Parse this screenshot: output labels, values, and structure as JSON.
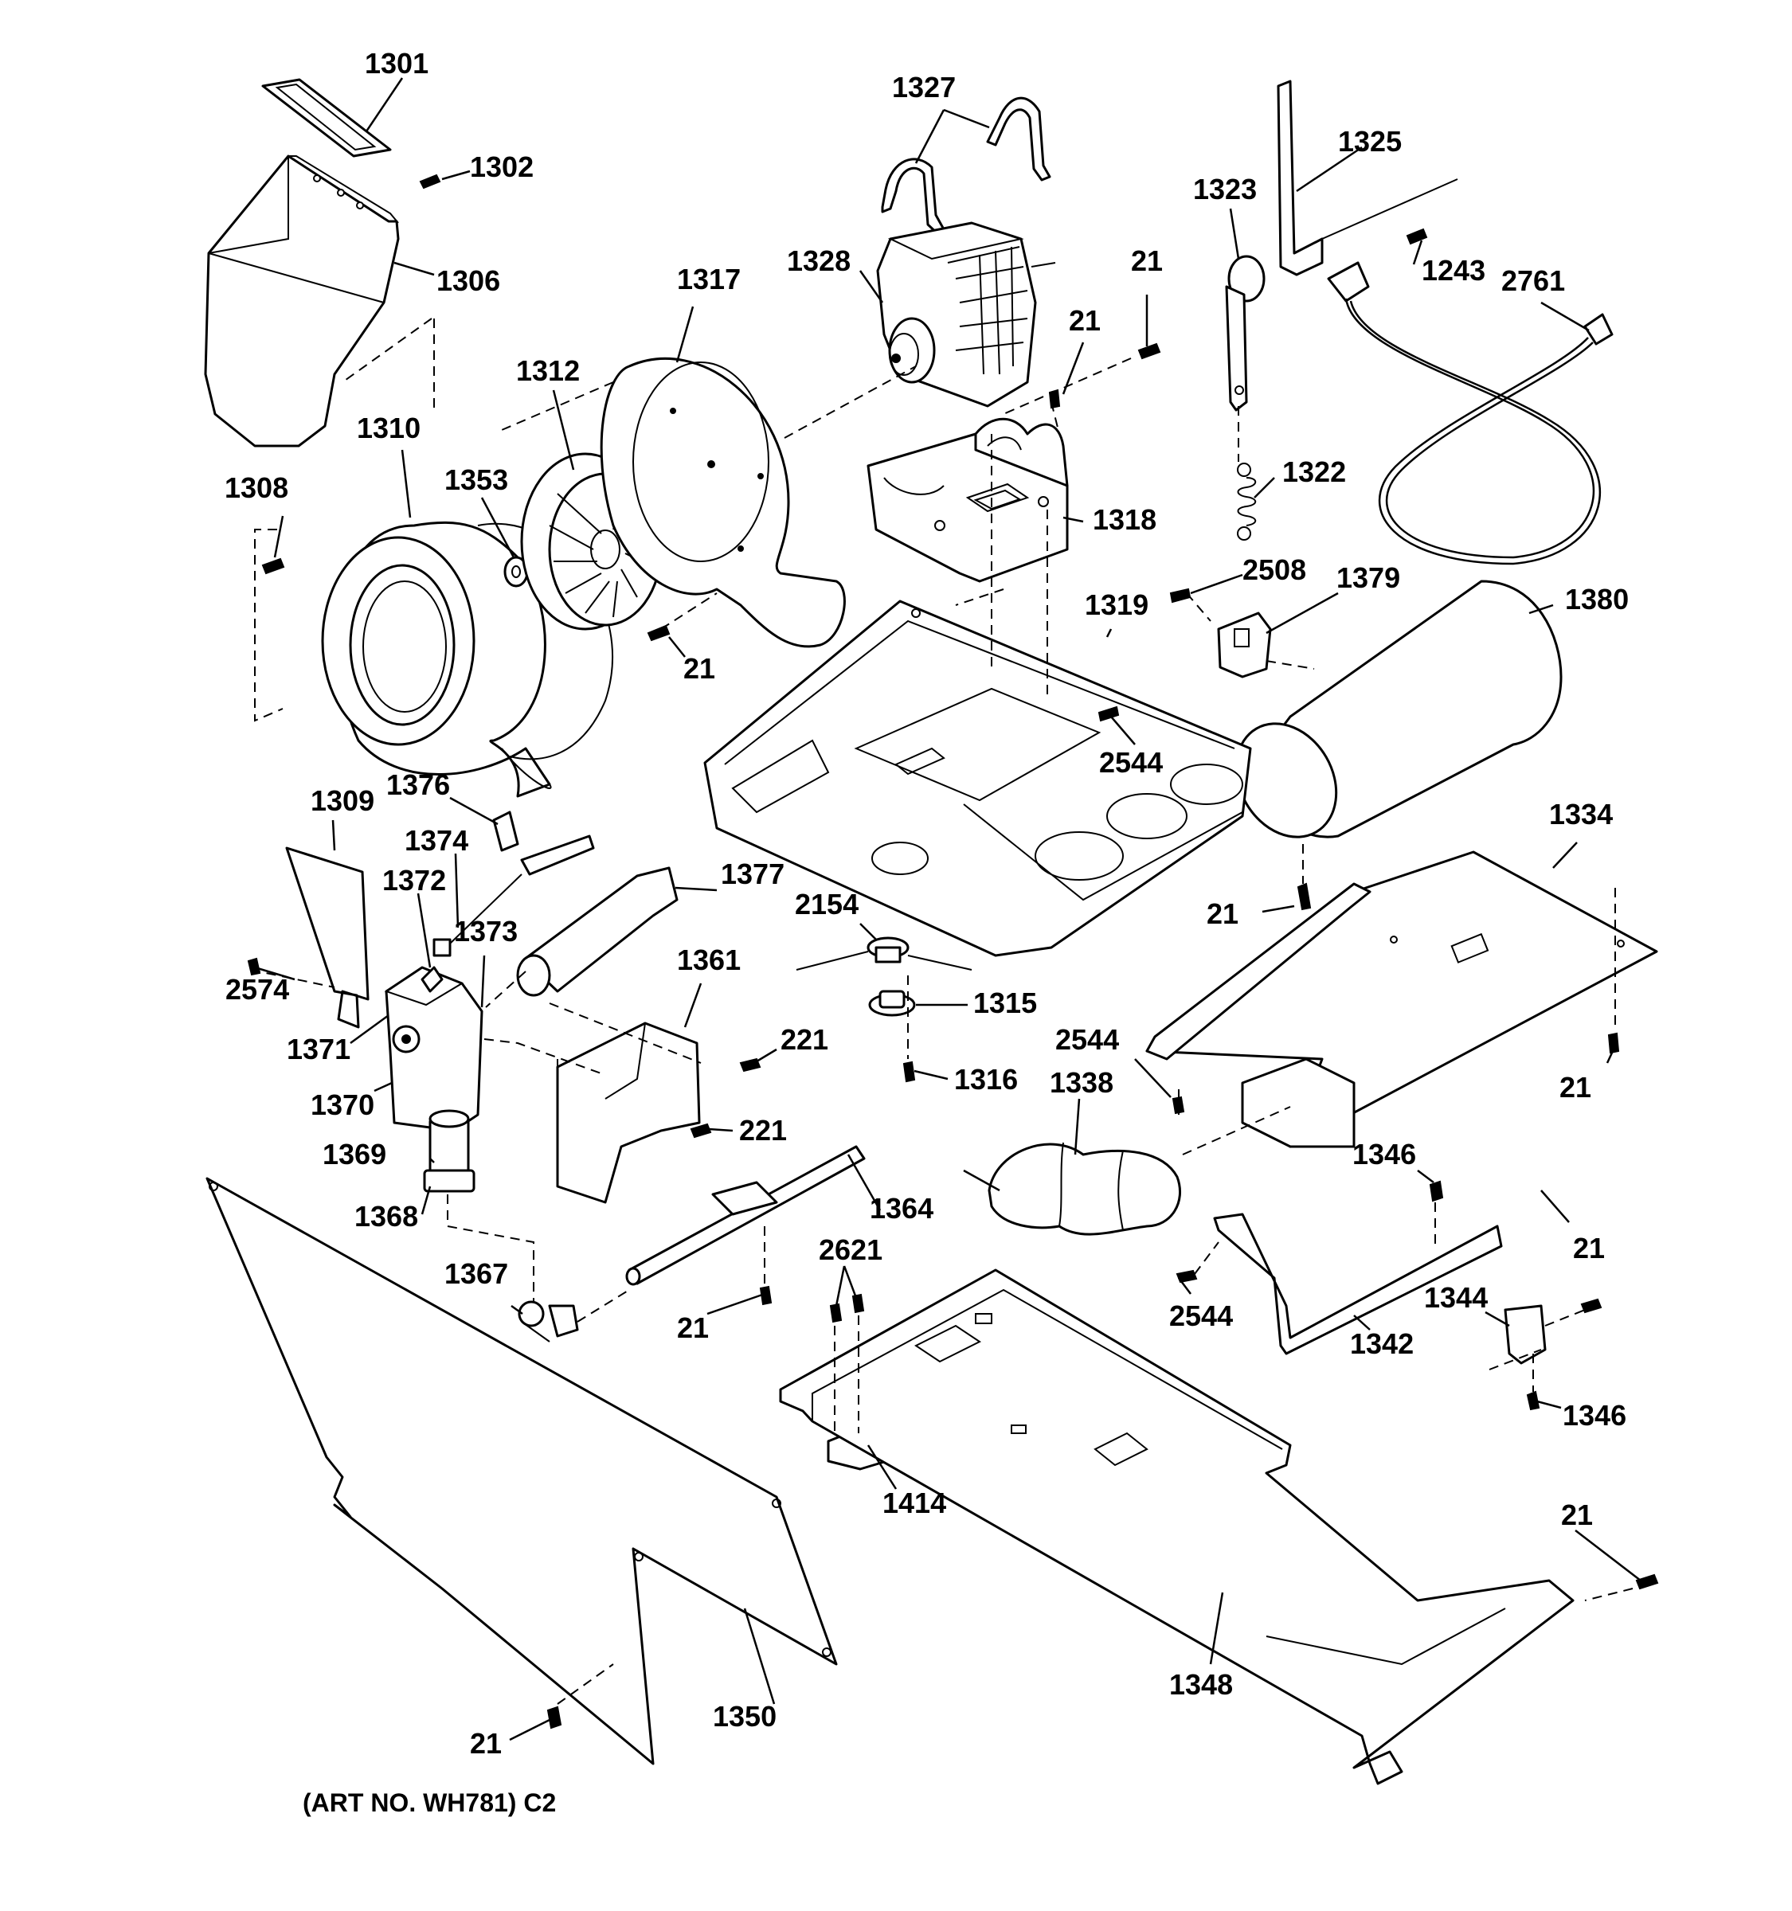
{
  "caption": "(ART NO. WH781) C2",
  "callouts": {
    "c1301": "1301",
    "c1302": "1302",
    "c1306": "1306",
    "c1310": "1310",
    "c1353": "1353",
    "c1308": "1308",
    "c1312": "1312",
    "c1317": "1317",
    "c21_blower": "21",
    "c1327": "1327",
    "c1328": "1328",
    "c21_motor_a": "21",
    "c21_motor_b": "21",
    "c1318": "1318",
    "c1325": "1325",
    "c1323": "1323",
    "c1243": "1243",
    "c2761": "2761",
    "c1322": "1322",
    "c2508": "2508",
    "c1379": "1379",
    "c1380": "1380",
    "c1319": "1319",
    "c2544_base": "2544",
    "c21_drum": "21",
    "c1334": "1334",
    "c21_duct": "21",
    "c1309": "1309",
    "c1376": "1376",
    "c1374": "1374",
    "c1372": "1372",
    "c1373": "1373",
    "c1377": "1377",
    "c2574": "2574",
    "c1371": "1371",
    "c1370": "1370",
    "c1361": "1361",
    "c221_a": "221",
    "c221_b": "221",
    "c2154": "2154",
    "c1315": "1315",
    "c1316": "1316",
    "c2544_elbow": "2544",
    "c1338": "1338",
    "c1369": "1369",
    "c1368": "1368",
    "c1364": "1364",
    "c1367": "1367",
    "c21_pipe": "21",
    "c2621": "2621",
    "c1346_top": "1346",
    "c21_bracket": "21",
    "c2544_rail": "2544",
    "c1344": "1344",
    "c1342": "1342",
    "c1346_bottom": "1346",
    "c1414": "1414",
    "c21_base": "21",
    "c1348": "1348",
    "c1350": "1350",
    "c21_panel": "21"
  }
}
